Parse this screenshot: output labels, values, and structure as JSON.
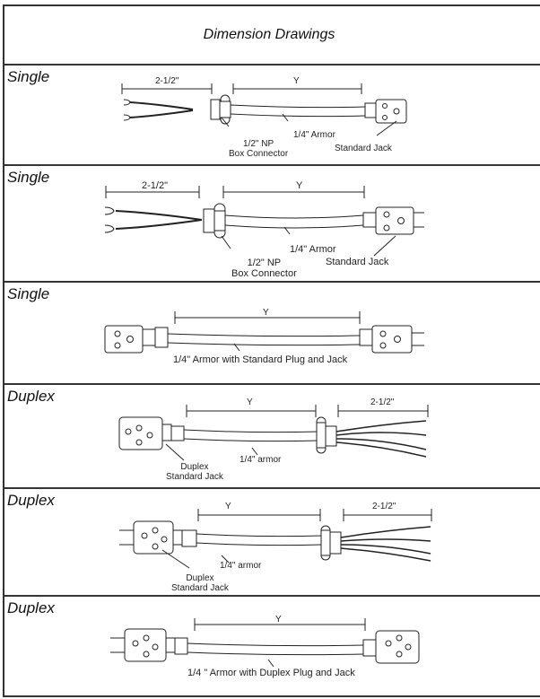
{
  "title": "Dimension Drawings",
  "rows": [
    {
      "type": "Single",
      "dim_a": "2-1/2\"",
      "dim_y": "Y",
      "armor": "1/4\" Armor",
      "connector": "1/2\" NP",
      "connector2": "Box Connector",
      "jack": "Standard Jack"
    },
    {
      "type": "Single",
      "dim_a": "2-1/2\"",
      "dim_y": "Y",
      "armor": "1/4\" Armor",
      "connector": "1/2\" NP",
      "connector2": "Box Connector",
      "jack": "Standard Jack"
    },
    {
      "type": "Single",
      "dim_y": "Y",
      "armor": "1/4\" Armor with Standard Plug and Jack"
    },
    {
      "type": "Duplex",
      "dim_a": "2-1/2\"",
      "dim_y": "Y",
      "armor": "1/4\" armor",
      "jack": "Duplex",
      "jack2": "Standard Jack"
    },
    {
      "type": "Duplex",
      "dim_a": "2-1/2\"",
      "dim_y": "Y",
      "armor": "1/4\" armor",
      "jack": "Duplex",
      "jack2": "Standard Jack"
    },
    {
      "type": "Duplex",
      "dim_y": "Y",
      "armor": "1/4 \" Armor with Duplex Plug and Jack"
    }
  ]
}
